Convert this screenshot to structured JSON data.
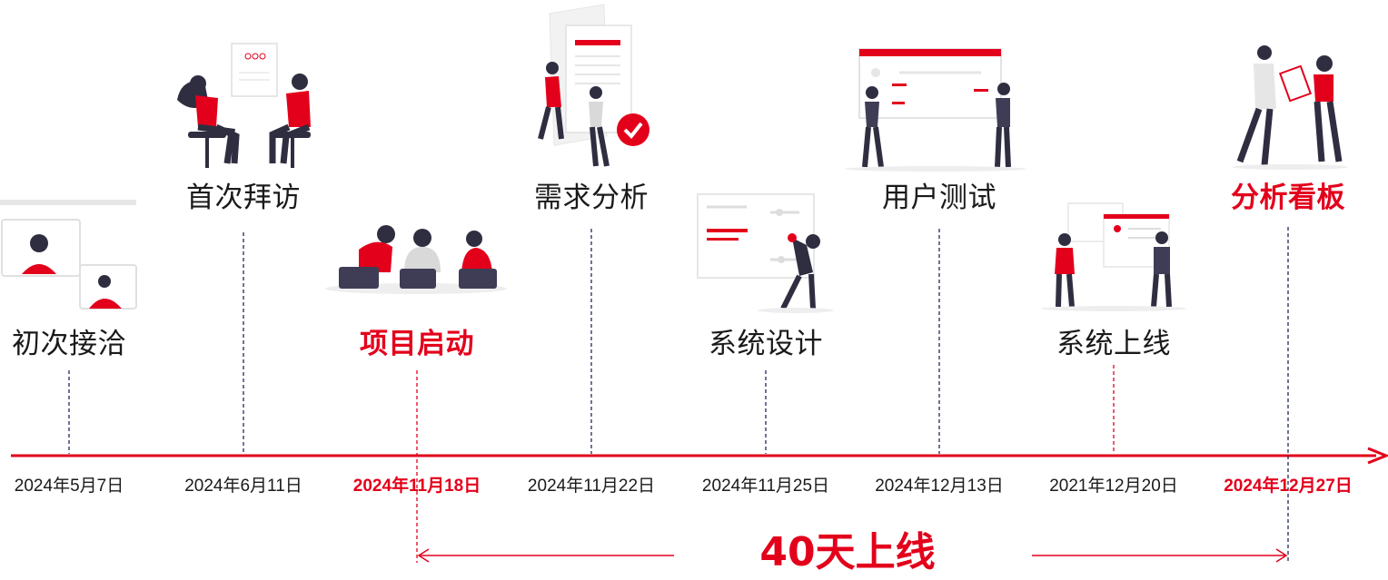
{
  "milestones": [
    {
      "id": "m1",
      "title": "初次接洽",
      "date": "2024年5月7日",
      "highlight": false,
      "icon": "video-call-icon"
    },
    {
      "id": "m2",
      "title": "首次拜访",
      "date": "2024年6月11日",
      "highlight": false,
      "icon": "meeting-icon"
    },
    {
      "id": "m3",
      "title": "项目启动",
      "date": "2024年11月18日",
      "highlight": true,
      "icon": "team-laptops-icon"
    },
    {
      "id": "m4",
      "title": "需求分析",
      "date": "2024年11月22日",
      "highlight": false,
      "icon": "document-check-icon"
    },
    {
      "id": "m5",
      "title": "系统设计",
      "date": "2024年11月25日",
      "highlight": false,
      "icon": "settings-panel-icon"
    },
    {
      "id": "m6",
      "title": "用户测试",
      "date": "2024年12月13日",
      "highlight": false,
      "icon": "whiteboard-icon"
    },
    {
      "id": "m7",
      "title": "系统上线",
      "date": "2021年12月20日",
      "highlight": false,
      "icon": "dashboard-screen-icon"
    },
    {
      "id": "m8",
      "title": "分析看板",
      "date": "2024年12月27日",
      "highlight": true,
      "icon": "clipboard-handover-icon"
    }
  ],
  "summary": "40天上线",
  "colors": {
    "accent": "#e3001b",
    "dark": "#2f2e41",
    "axis": "#e3001b",
    "dash_dark": "#1f2a5a"
  }
}
